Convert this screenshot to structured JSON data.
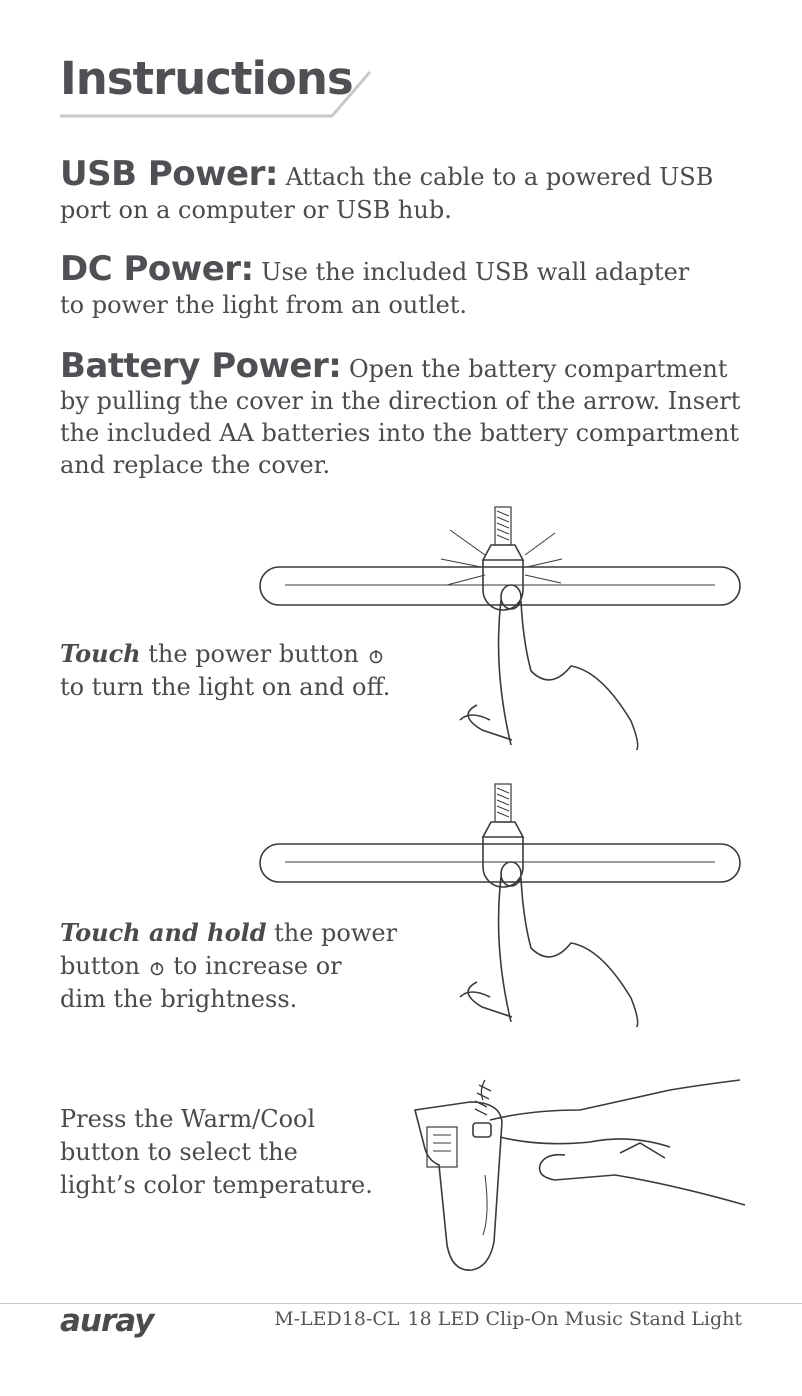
{
  "page": {
    "title": "Instructions"
  },
  "sections": [
    {
      "lead": "USB Power:",
      "text": " Attach the cable to a powered USB port on a computer or USB hub."
    },
    {
      "lead": "DC Power:",
      "text": " Use the included USB wall adapter to power the light from an outlet."
    },
    {
      "lead": "Battery Power:",
      "text": " Open the battery compartment by pulling the cover in the direction of the arrow. Insert the included AA batteries into the battery compartment and replace the cover."
    }
  ],
  "steps": [
    {
      "emphasis": "Touch",
      "text_a": " the power button ",
      "text_b": "to turn the light on and off.",
      "icon": "power-icon"
    },
    {
      "emphasis": "Touch and hold",
      "text_a": " the power",
      "text_b": "button ",
      "text_c": " to increase or",
      "text_d": "dim the brightness.",
      "icon": "power-icon"
    },
    {
      "line1": "Press the Warm/Cool",
      "line2": "button to select the",
      "line3": "light’s color temperature."
    }
  ],
  "footer": {
    "logo": "auray",
    "model": "M-LED18-CL",
    "product": "18 LED Clip-On Music Stand Light"
  },
  "colors": {
    "text": "#4a4b4d",
    "heading": "#4f5053",
    "rule": "#c8c8c8"
  }
}
